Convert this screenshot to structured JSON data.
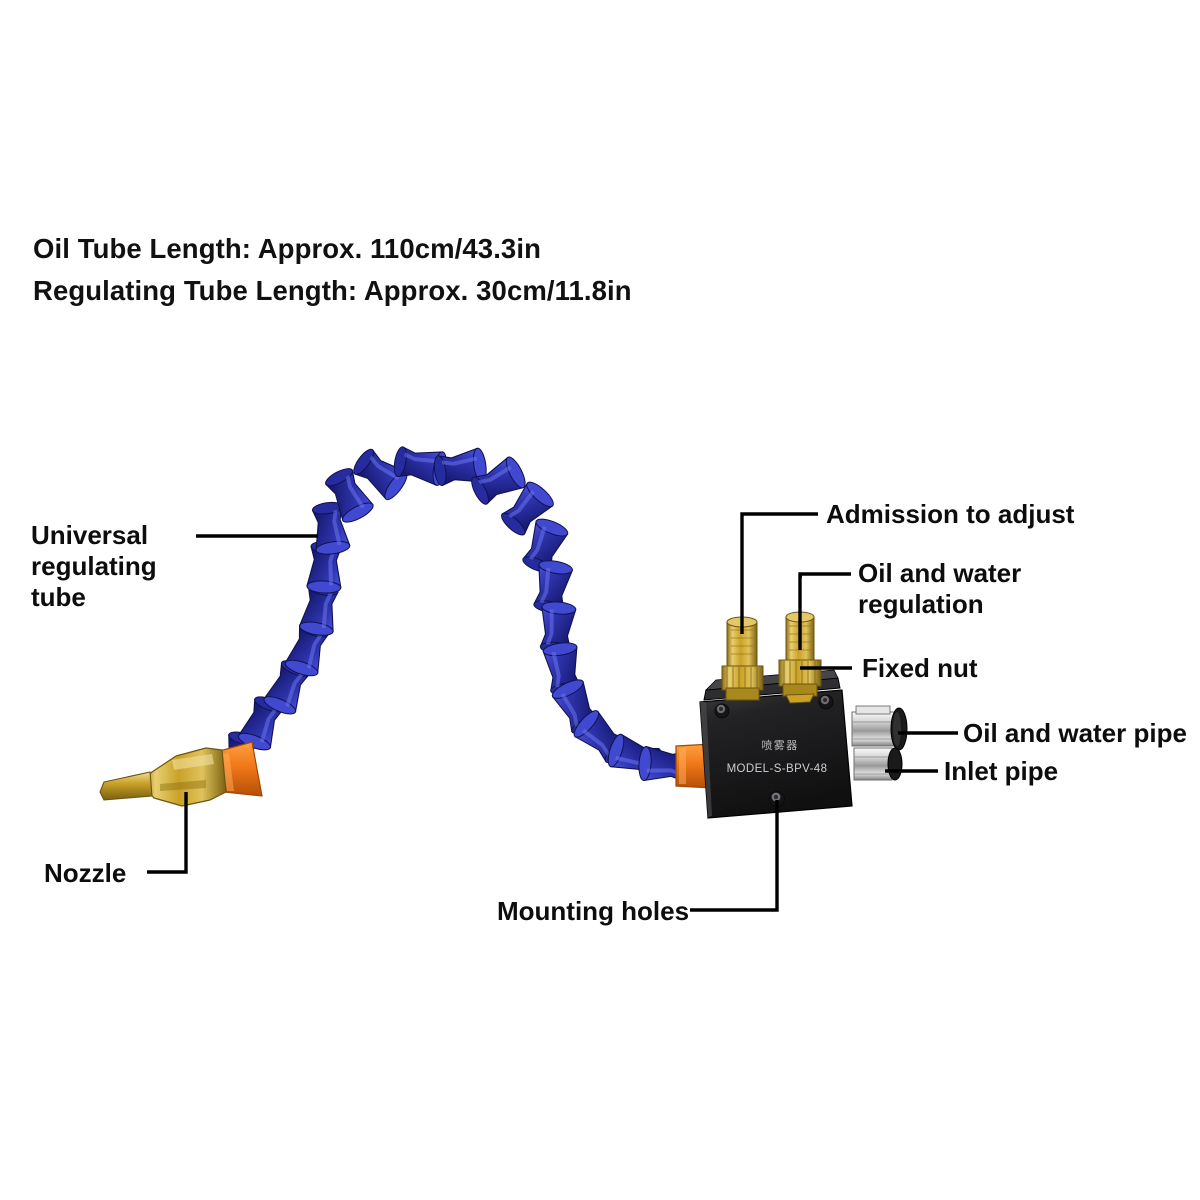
{
  "document": {
    "type": "product-annotation-diagram",
    "background_color": "#ffffff",
    "subject": "Flexible coolant / oil mist sprayer with universal regulating tube"
  },
  "specs": {
    "line1": "Oil Tube Length: Approx. 110cm/43.3in",
    "line2": "Regulating Tube Length: Approx. 30cm/11.8in"
  },
  "labels": {
    "universal_tube_line1": "Universal",
    "universal_tube_line2": "regulating tube",
    "nozzle": "Nozzle",
    "mounting_holes": "Mounting holes",
    "admission_to_adjust": "Admission to adjust",
    "oil_water_regulation_line1": "Oil and water",
    "oil_water_regulation_line2": "regulation",
    "fixed_nut": "Fixed nut",
    "oil_and_water_pipe": "Oil and water pipe",
    "inlet_pipe": "Inlet pipe"
  },
  "valve_body": {
    "printed_chinese": "喷雾器",
    "printed_model": "MODEL-S-BPV-48"
  },
  "colors": {
    "tube_blue": "#2f35b0",
    "tube_blue_dark": "#1c2080",
    "tube_blue_light": "#4a52d8",
    "collar_orange": "#f07818",
    "collar_orange_dark": "#c25708",
    "brass": "#c9a227",
    "brass_light": "#e8cf70",
    "brass_dark": "#8a6d12",
    "valve_black": "#1c1c1c",
    "valve_black_light": "#38383a",
    "chrome": "#d9d9d9",
    "chrome_dark": "#8f8f8f",
    "leader_line": "#000000",
    "text": "#0d0d0d"
  }
}
